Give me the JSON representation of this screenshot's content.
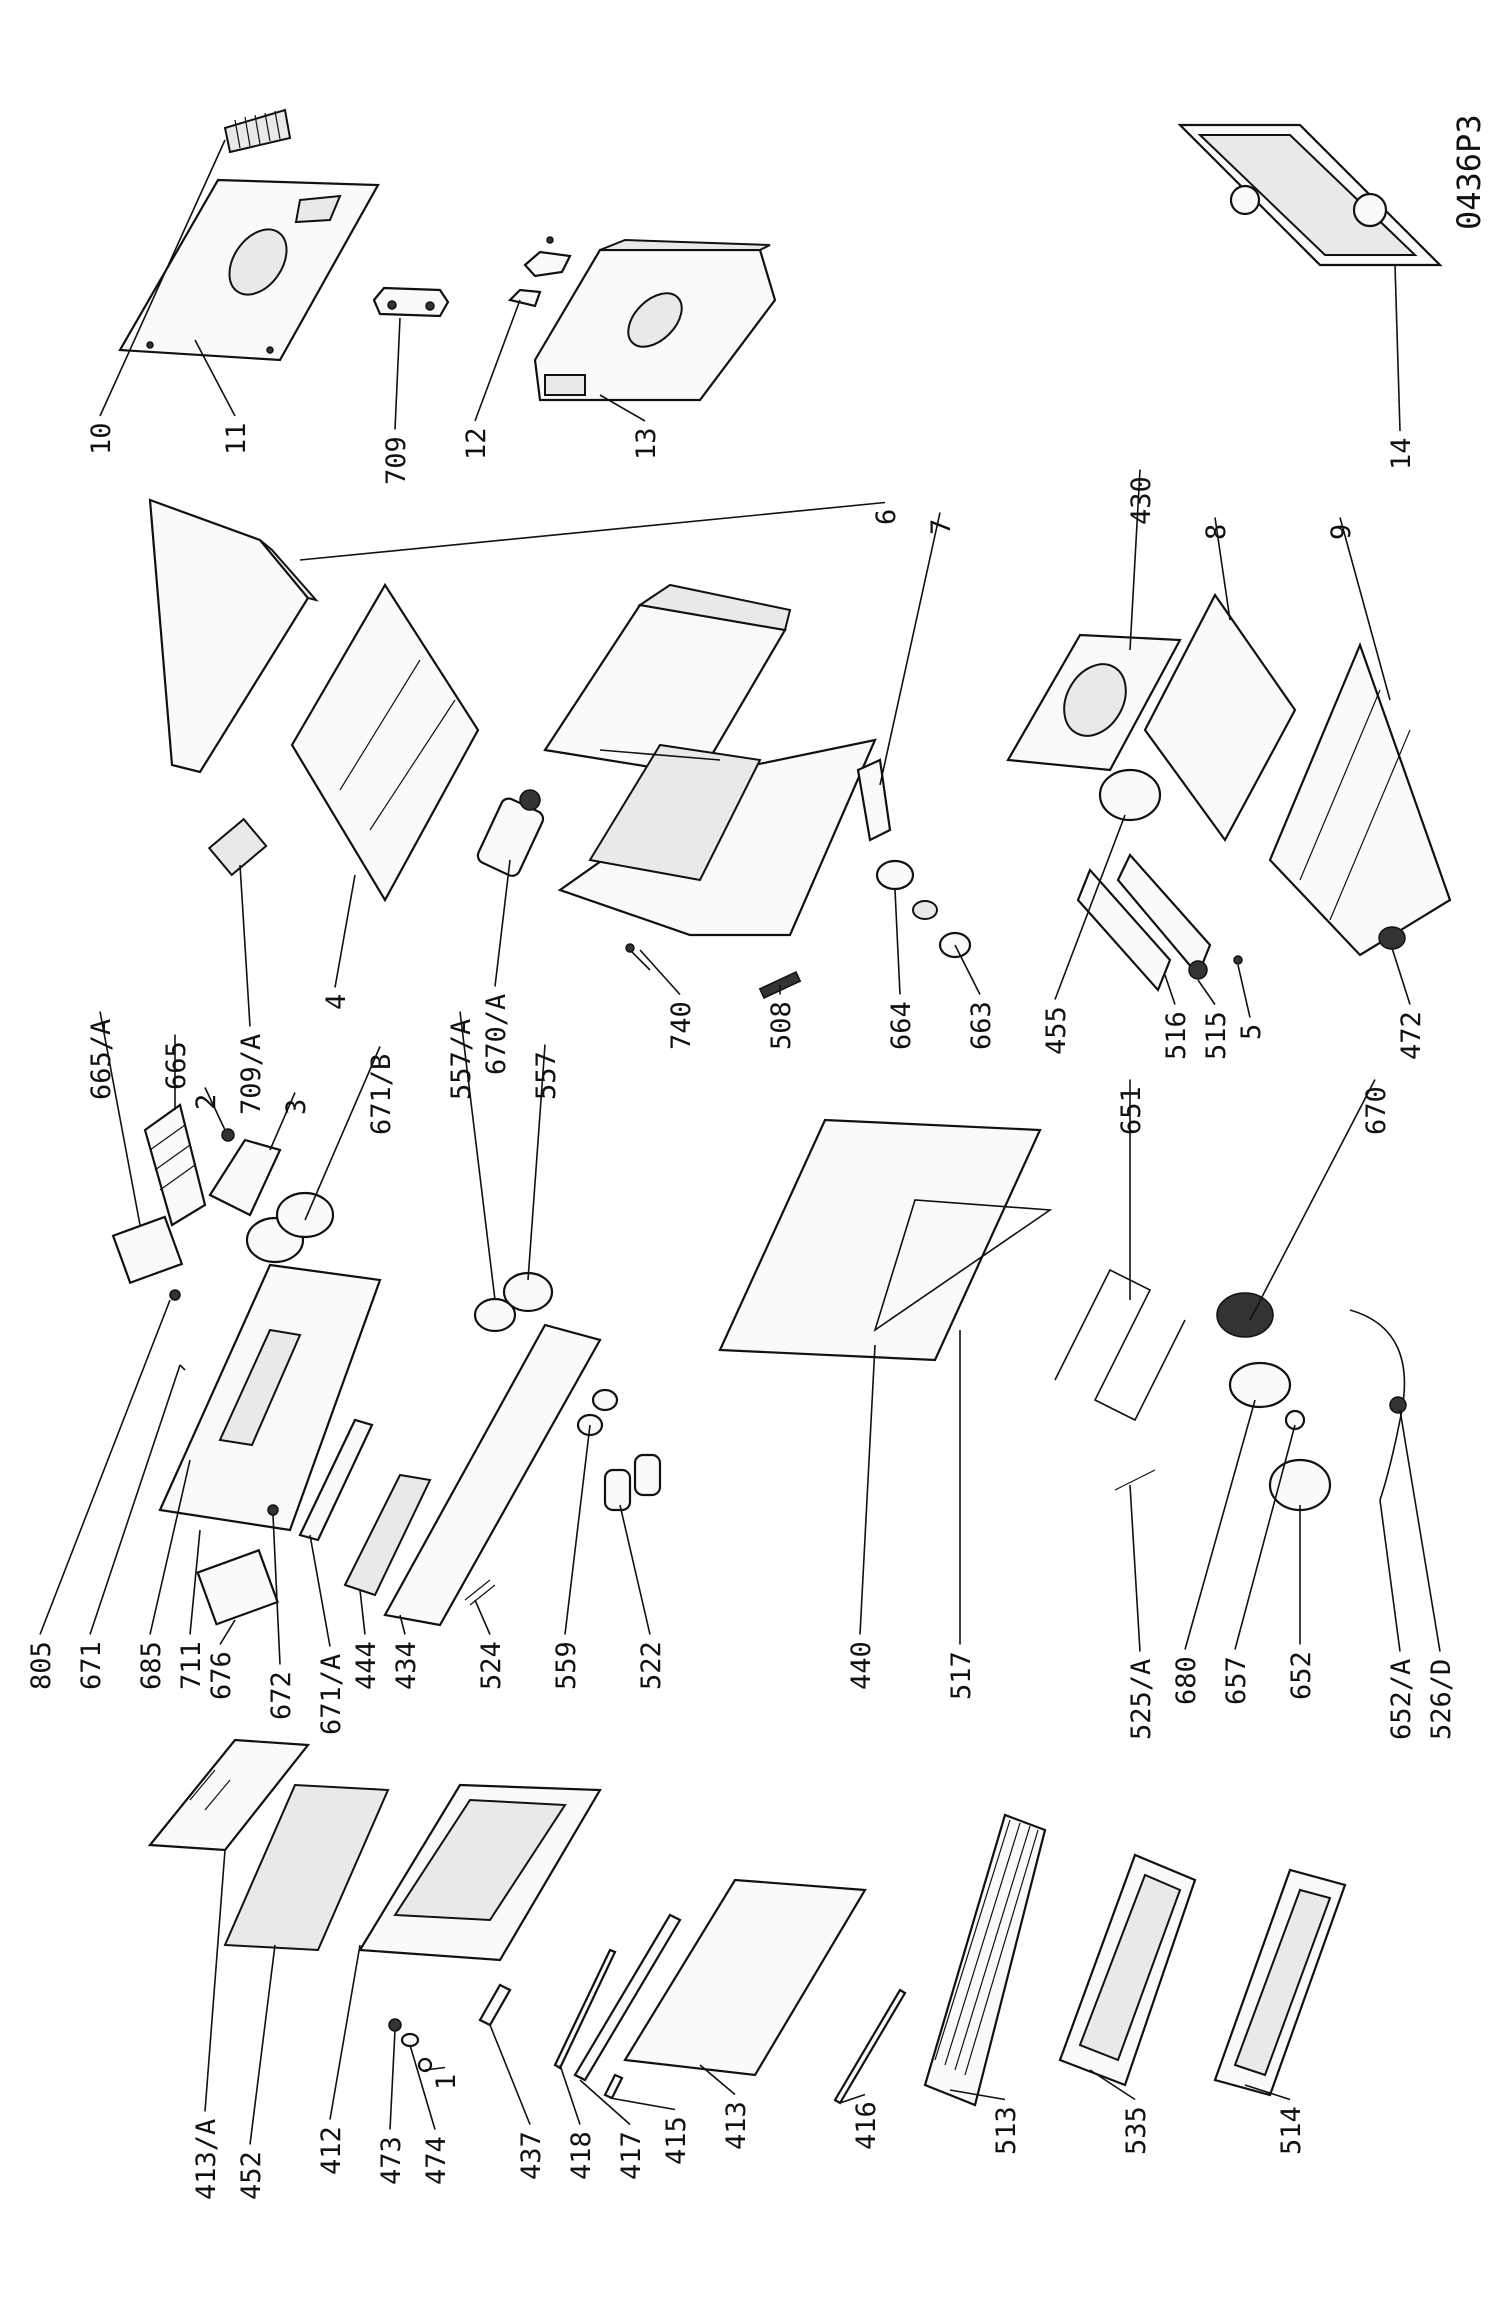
{
  "drawing_code": "0436P3",
  "labels": {
    "p10": "10",
    "p11": "11",
    "p709": "709",
    "p12": "12",
    "p13": "13",
    "p14": "14",
    "p6": "6",
    "p7": "7",
    "p430": "430",
    "p8": "8",
    "p9": "9",
    "p665a": "665/A",
    "p665": "665",
    "p2": "2",
    "p709a": "709/A",
    "p3": "3",
    "p671b": "671/B",
    "p557a": "557/A",
    "p670a": "670/A",
    "p557": "557",
    "p4": "4",
    "p740": "740",
    "p508": "508",
    "p664": "664",
    "p663": "663",
    "p455": "455",
    "p516": "516",
    "p515": "515",
    "p5": "5",
    "p472": "472",
    "p651": "651",
    "p670": "670",
    "p805": "805",
    "p671": "671",
    "p685": "685",
    "p711": "711",
    "p676": "676",
    "p672": "672",
    "p671a": "671/A",
    "p444": "444",
    "p434": "434",
    "p524": "524",
    "p559": "559",
    "p522": "522",
    "p440": "440",
    "p517": "517",
    "p525a": "525/A",
    "p680": "680",
    "p657": "657",
    "p652": "652",
    "p652a": "652/A",
    "p526d": "526/D",
    "p413a": "413/A",
    "p452": "452",
    "p412": "412",
    "p473": "473",
    "p474": "474",
    "p1": "1",
    "p437": "437",
    "p418": "418",
    "p417": "417",
    "p415": "415",
    "p413": "413",
    "p416": "416",
    "p513": "513",
    "p535": "535",
    "p514": "514"
  }
}
